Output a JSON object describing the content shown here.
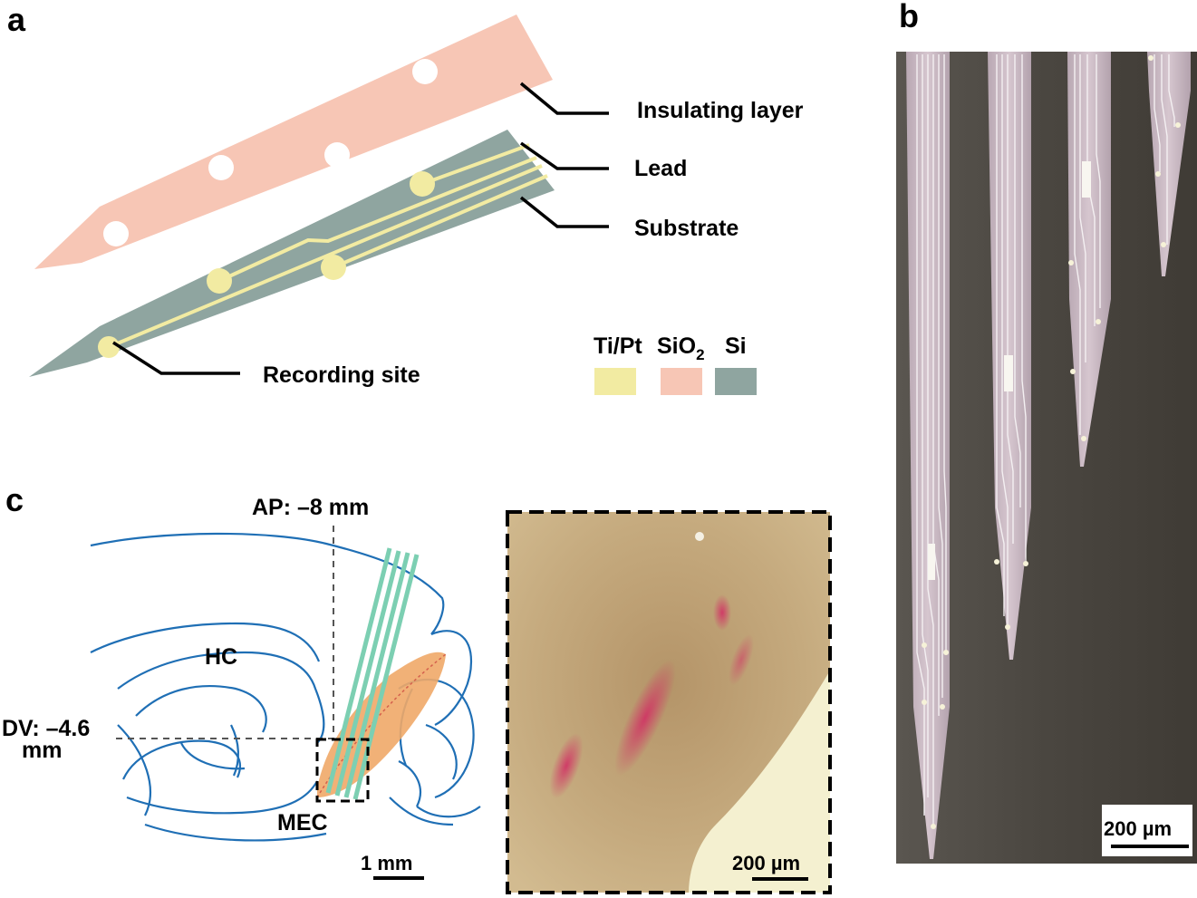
{
  "panel_a": {
    "letter": "a",
    "labels": {
      "insulating": "Insulating layer",
      "lead": "Lead",
      "substrate": "Substrate",
      "recording": "Recording site"
    },
    "legend": [
      {
        "label": "Ti/Pt",
        "color": "#f2eba2"
      },
      {
        "label": "SiO",
        "subscript": "2",
        "color": "#f7c6b5"
      },
      {
        "label": "Si",
        "color": "#8fa5a0"
      }
    ]
  },
  "panel_b": {
    "letter": "b",
    "scale_bar": "200 µm"
  },
  "panel_c": {
    "letter": "c",
    "ap": "AP:  –8 mm",
    "dv_line1": "DV:  –4.6",
    "dv_line2": "mm",
    "hc": "HC",
    "mec": "MEC",
    "scale_bar": "1 mm",
    "inset_scale_bar": "200 µm"
  },
  "colors": {
    "substrate": "#8fa5a0",
    "insulator": "#f7c6b5",
    "metal": "#f2eba2",
    "atlas_line": "#1f6fb5",
    "mec_fill": "#f0a868",
    "probe_green": "#7ccfb2",
    "micrograph_bg": "#4a4640",
    "tissue": "#c4a87a"
  }
}
